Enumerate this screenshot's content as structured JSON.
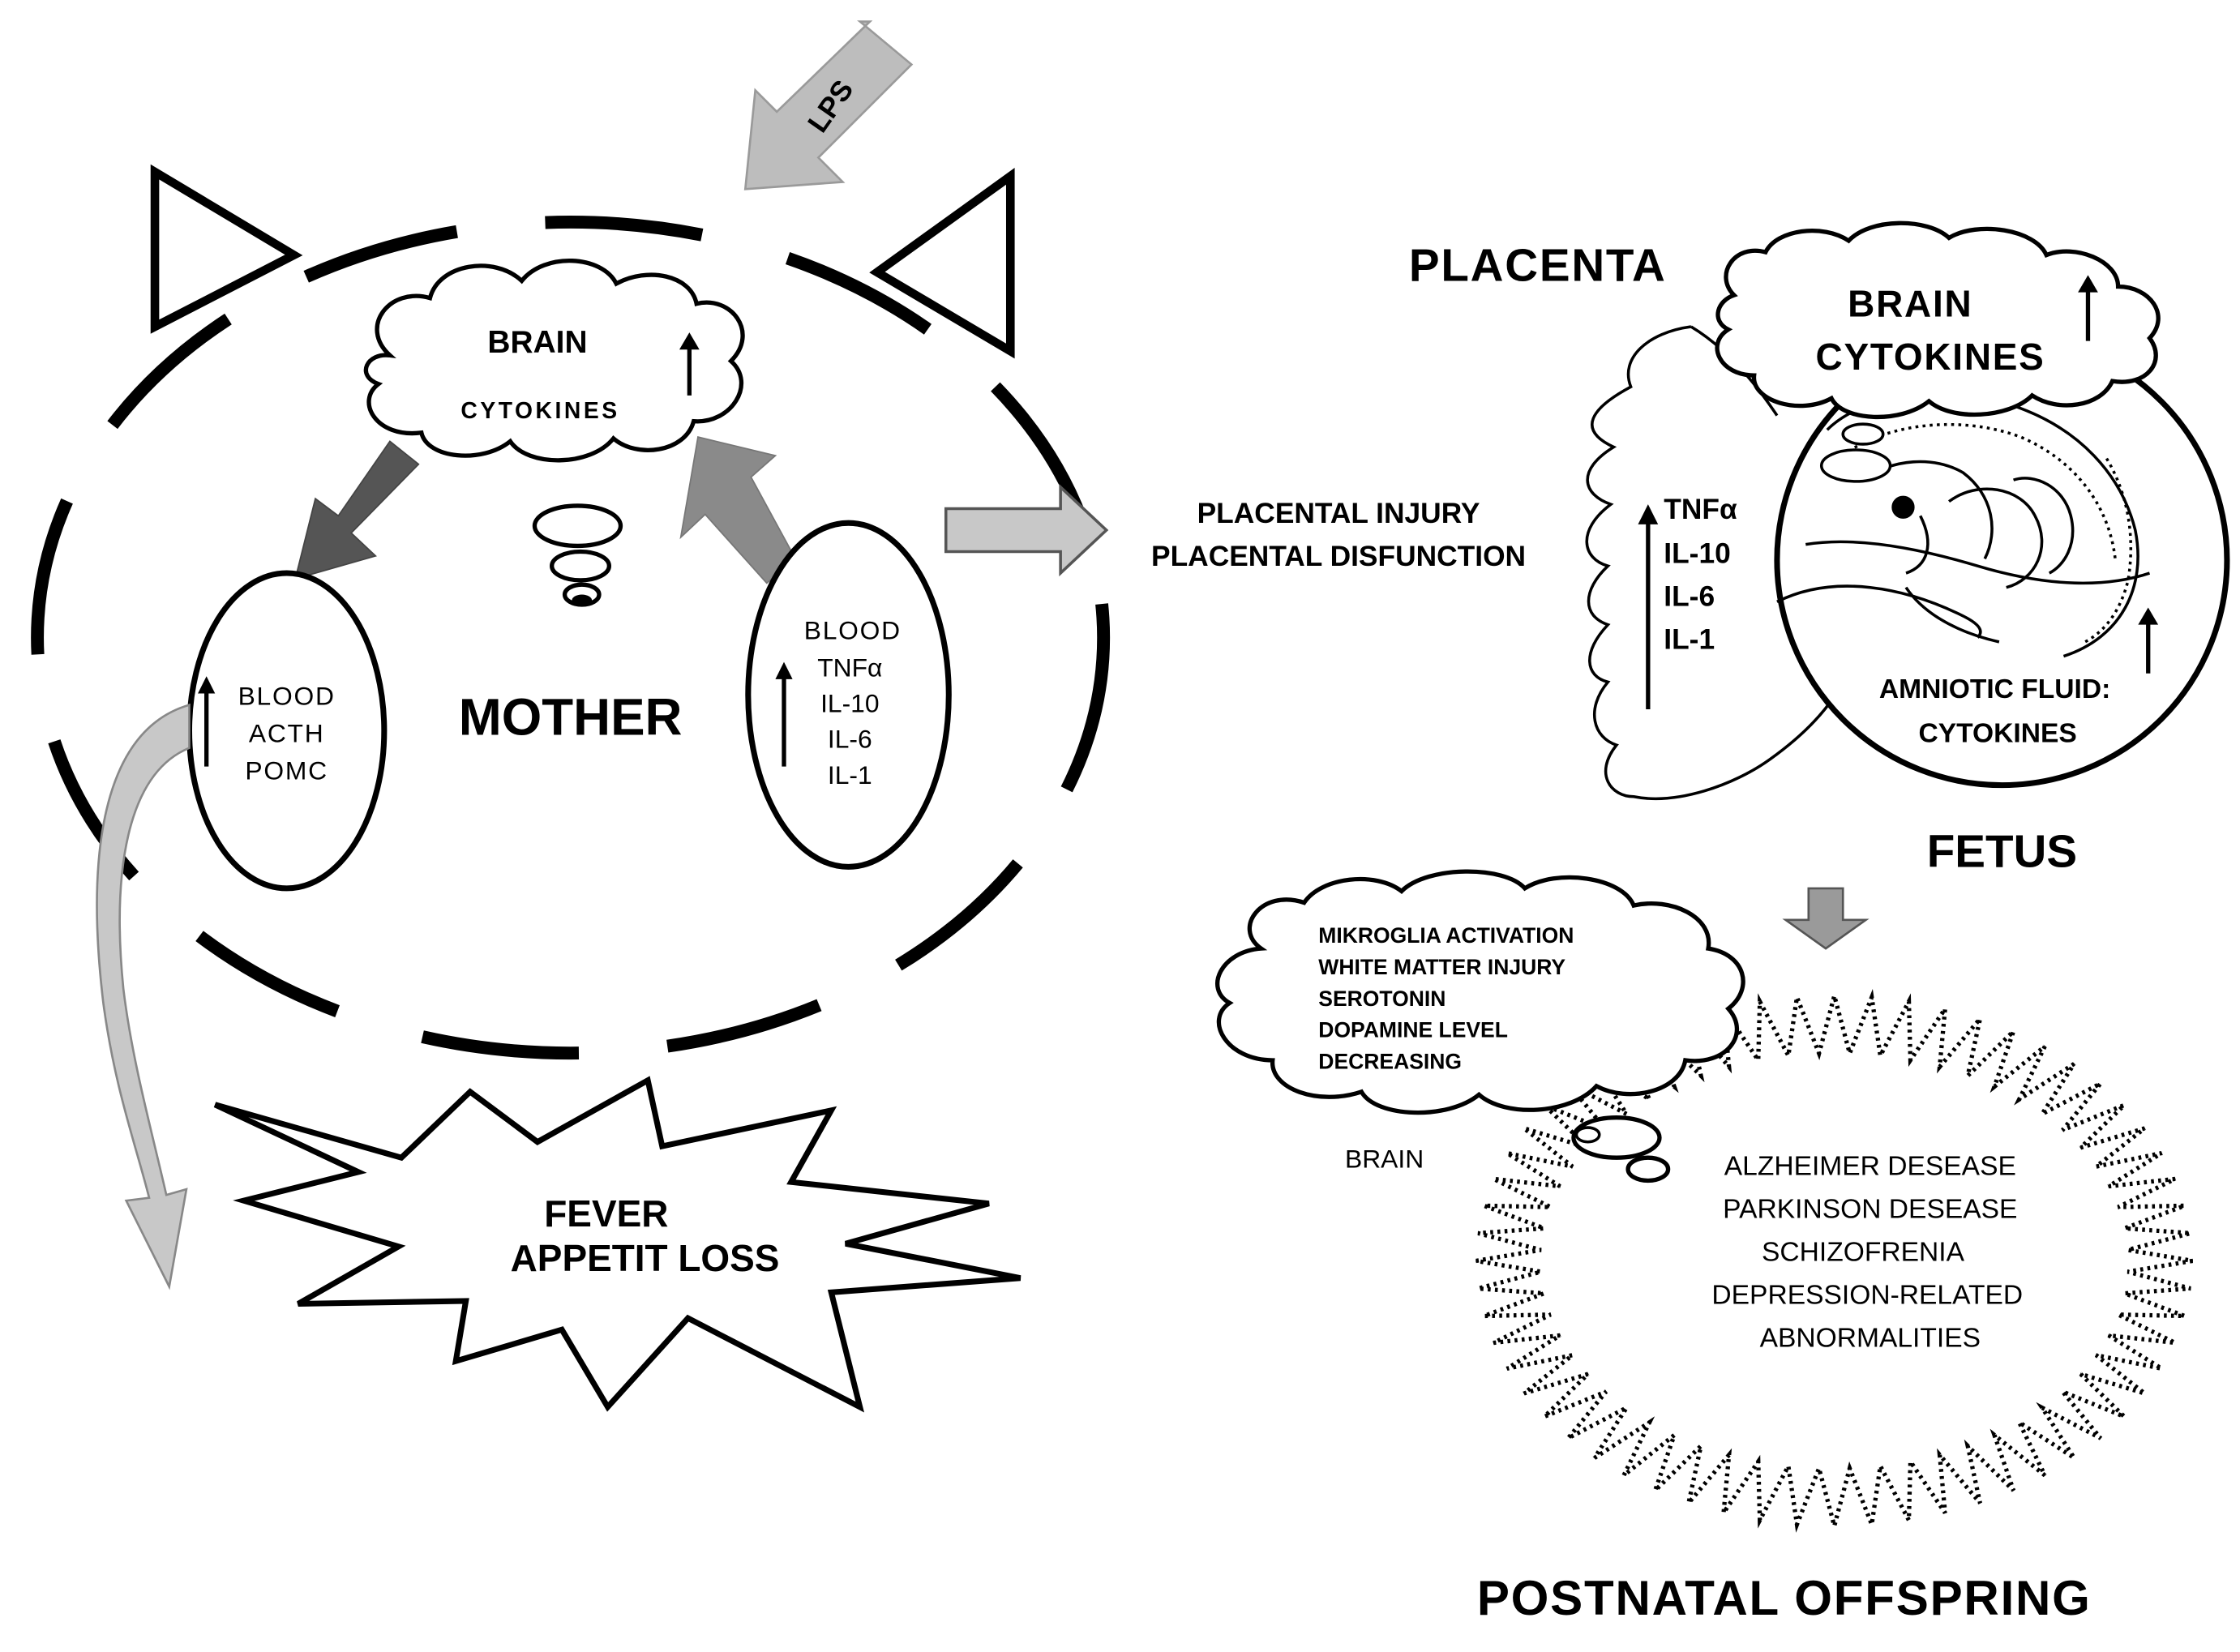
{
  "lps": "LPS",
  "mother": {
    "label": "MOTHER",
    "brain_cloud": {
      "line1": "BRAIN",
      "line2": "CYTOKINES"
    },
    "left_oval": [
      "BLOOD",
      "ACTH",
      "POMC"
    ],
    "right_oval": [
      "BLOOD",
      "TNFα",
      "IL-10",
      "IL-6",
      "IL-1"
    ]
  },
  "fever_burst": {
    "line1": "FEVER",
    "line2": "APPETIT LOSS"
  },
  "placenta": {
    "label": "PLACENTA",
    "injury": [
      "PLACENTAL INJURY",
      "PLACENTAL DISFUNCTION"
    ],
    "cytokines": [
      "TNFα",
      "IL-10",
      "IL-6",
      "IL-1"
    ]
  },
  "fetus": {
    "label": "FETUS",
    "brain_cloud": {
      "line1": "BRAIN",
      "line2": "CYTOKINES"
    },
    "amniotic": [
      "AMNIOTIC FLUID:",
      "CYTOKINES"
    ]
  },
  "offspring": {
    "label": "POSTNATAL OFFSPRING",
    "brain_label": "BRAIN",
    "brain_cloud": [
      "MIKROGLIA ACTIVATION",
      "WHITE MATTER INJURY",
      "SEROTONIN",
      "DOPAMINE LEVEL",
      "DECREASING"
    ],
    "diseases": [
      "ALZHEIMER DESEASE",
      "PARKINSON DESEASE",
      "SCHIZOFRENIA",
      "DEPRESSION-RELATED",
      "ABNORMALITIES"
    ]
  }
}
